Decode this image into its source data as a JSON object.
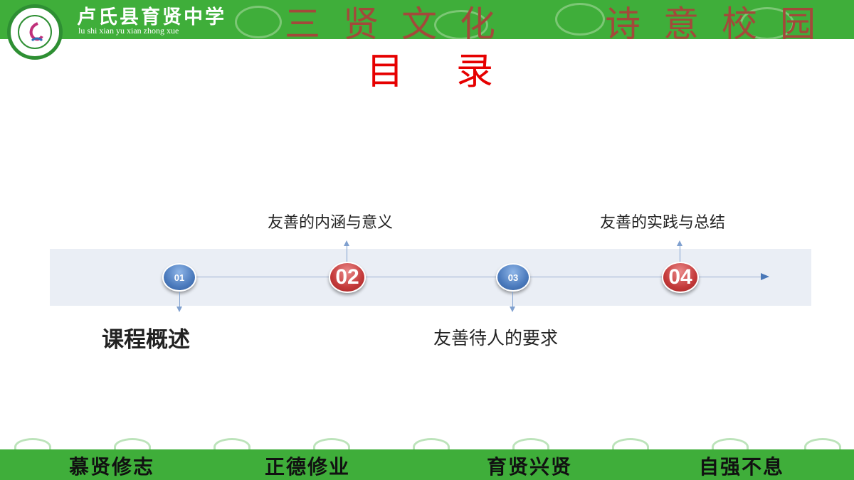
{
  "header": {
    "school_name": "卢氏县育贤中学",
    "school_pinyin": "lu shi xian yu xian zhong xue",
    "motto_chars": [
      "三",
      "贤",
      "文",
      "化",
      "诗",
      "意",
      "校",
      "园"
    ]
  },
  "title_chars": [
    "目",
    "录"
  ],
  "timeline": {
    "items": [
      {
        "number": "01",
        "label": "课程概述"
      },
      {
        "number": "02",
        "label": "友善的内涵与意义"
      },
      {
        "number": "03",
        "label": "友善待人的要求"
      },
      {
        "number": "04",
        "label": "友善的实践与总结"
      }
    ]
  },
  "footer": {
    "mottos": [
      "慕贤修志",
      "正德修业",
      "育贤兴贤",
      "自强不息"
    ]
  },
  "colors": {
    "band_green": "#3fae3a",
    "title_red": "#e60000",
    "circle_blue": "#4c7bbd",
    "circle_red": "#c43a3a"
  }
}
